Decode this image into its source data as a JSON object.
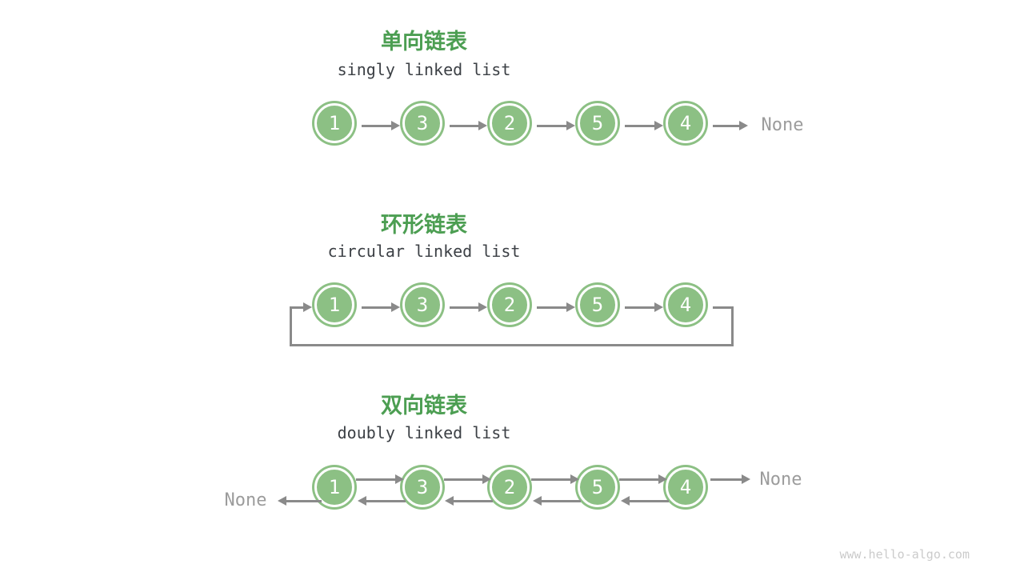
{
  "page": {
    "watermark": "www.hello-algo.com"
  },
  "colors": {
    "node_fill_green": "#8cc084",
    "title_green": "#4c9e52",
    "subtitle_dark_gray": "#3c4045",
    "arrow_gray": "#8a8a8a",
    "none_gray": "#9c9c9c",
    "watermark_gray": "#cbcbcb",
    "background": "#ffffff"
  },
  "sections": [
    {
      "title_zh": "单向链表",
      "title_en": "singly linked list",
      "nodes": [
        "1",
        "3",
        "2",
        "5",
        "4"
      ],
      "tail_label": "None"
    },
    {
      "title_zh": "环形链表",
      "title_en": "circular linked list",
      "nodes": [
        "1",
        "3",
        "2",
        "5",
        "4"
      ]
    },
    {
      "title_zh": "双向链表",
      "title_en": "doubly linked list",
      "nodes": [
        "1",
        "3",
        "2",
        "5",
        "4"
      ],
      "head_label": "None",
      "tail_label": "None"
    }
  ]
}
